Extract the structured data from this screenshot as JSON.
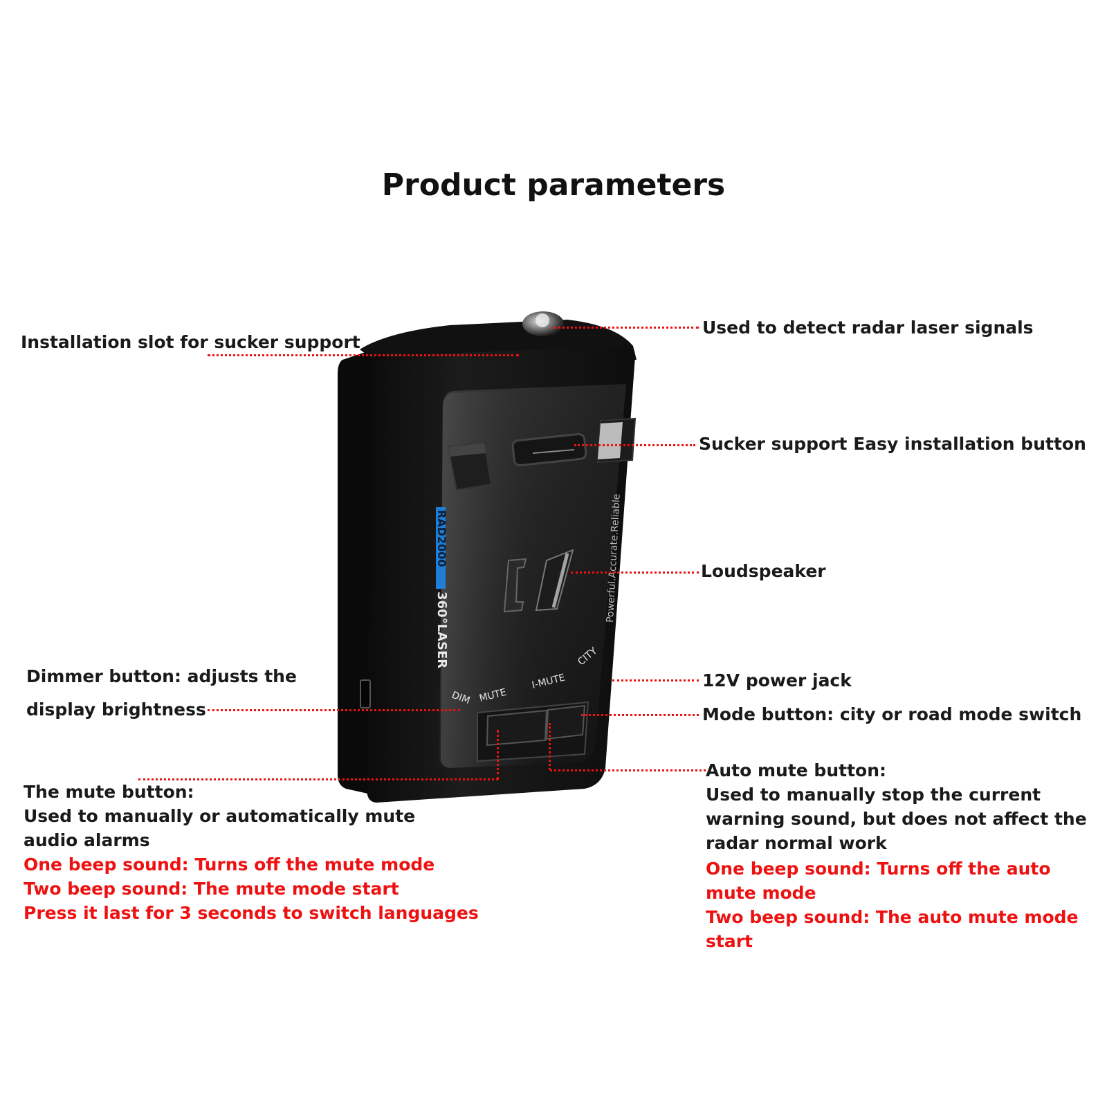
{
  "title": "Product parameters",
  "colors": {
    "leader": "#ee1111",
    "body": "#151515",
    "accent_red": "#ee1111",
    "brand_blue": "#1f7fd6"
  },
  "device": {
    "brand_code": "RAD2000",
    "side_text": "360°LASER",
    "tagline": "Powerful.Accurate.Reliable",
    "buttons": {
      "dim": "DIM",
      "mute": "MUTE",
      "i_mute": "I-MUTE",
      "city": "CITY"
    }
  },
  "labels": {
    "installation_slot": "Installation slot for sucker support",
    "radar_detect": "Used to detect radar laser signals",
    "sucker_button": "Sucker support Easy installation button",
    "loudspeaker": "Loudspeaker",
    "dimmer_line1": "Dimmer button: adjusts the",
    "dimmer_line2": "display brightness",
    "power_jack": "12V power jack",
    "mode_button": "Mode button: city or road mode switch",
    "mute": {
      "heading": "The mute button:",
      "line1": "Used to manually or automatically mute",
      "line2": "audio alarms",
      "red1": "One beep sound: Turns off the mute mode",
      "red2": "Two beep sound: The mute mode start",
      "red3": "Press it last for 3 seconds to switch languages"
    },
    "auto_mute": {
      "heading": "Auto mute button:",
      "line1": "Used to manually stop the current",
      "line2": "warning sound, but does not affect the",
      "line3": "radar normal work",
      "red1": "One beep sound: Turns off the auto",
      "red2": "mute mode",
      "red3": "Two beep sound: The auto mute mode",
      "red4": "start"
    }
  }
}
